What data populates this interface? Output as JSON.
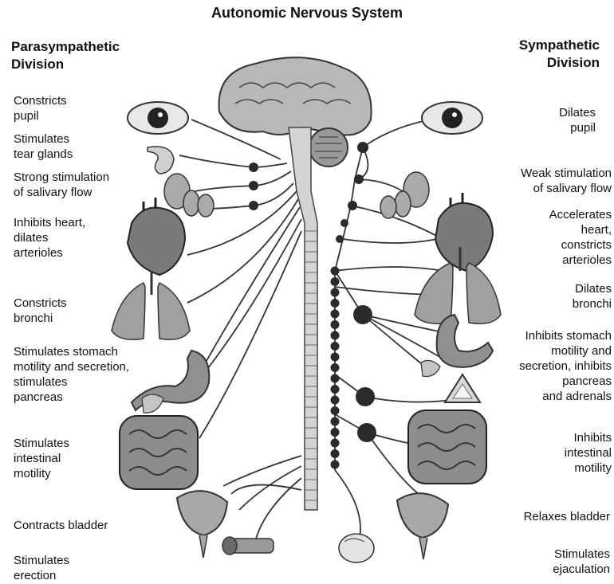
{
  "title": "Autonomic Nervous System",
  "left_heading": "Parasympathetic\nDivision",
  "right_heading": "Sympathetic\nDivision",
  "left_labels": [
    "Constricts\npupil",
    "Stimulates\ntear glands",
    "Strong stimulation\nof salivary flow",
    "Inhibits heart,\ndilates\narterioles",
    "Constricts\nbronchi",
    "Stimulates stomach\nmotility and secretion,\nstimulates\npancreas",
    "Stimulates\nintestinal\nmotility",
    "Contracts bladder",
    "Stimulates\nerection"
  ],
  "right_labels": [
    "Dilates\npupil",
    "Weak stimulation\nof salivary flow",
    "Accelerates\nheart,\nconstricts\narterioles",
    "Dilates\nbronchi",
    "Inhibits stomach\nmotility and\nsecretion, inhibits\npancreas\nand adrenals",
    "Inhibits\nintestinal\nmotility",
    "Relaxes bladder",
    "Stimulates\nejaculation"
  ],
  "icons": [
    "brain-icon",
    "eye-icon",
    "tear-gland-icon",
    "salivary-gland-icon",
    "heart-icon",
    "lungs-icon",
    "stomach-icon",
    "pancreas-icon",
    "adrenal-icon",
    "intestine-icon",
    "bladder-icon",
    "penis-icon",
    "testis-icon",
    "spinal-cord-icon",
    "ganglion-icon"
  ],
  "colors": {
    "line": "#333333",
    "ganglion": "#2a2a2a",
    "organ": "#8a8a8a",
    "cord": "#d4d4d4"
  }
}
